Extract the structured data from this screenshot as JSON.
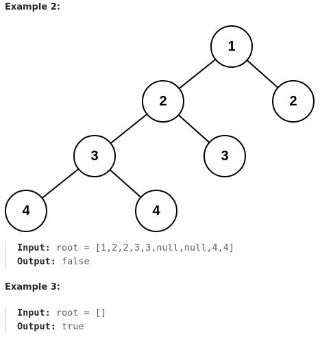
{
  "example2": {
    "title": "Example 2:",
    "tree": {
      "nodes": [
        {
          "id": "n1",
          "label": "1"
        },
        {
          "id": "n2",
          "label": "2"
        },
        {
          "id": "n3",
          "label": "2"
        },
        {
          "id": "n4",
          "label": "3"
        },
        {
          "id": "n5",
          "label": "3"
        },
        {
          "id": "n6",
          "label": "4"
        },
        {
          "id": "n7",
          "label": "4"
        }
      ],
      "edges": [
        [
          "n1",
          "n2"
        ],
        [
          "n1",
          "n3"
        ],
        [
          "n2",
          "n4"
        ],
        [
          "n2",
          "n5"
        ],
        [
          "n4",
          "n6"
        ],
        [
          "n4",
          "n7"
        ]
      ]
    },
    "input_label": "Input:",
    "input_value": "root = [1,2,2,3,3,null,null,4,4]",
    "output_label": "Output:",
    "output_value": "false"
  },
  "example3": {
    "title": "Example 3:",
    "input_label": "Input:",
    "input_value": "root = []",
    "output_label": "Output:",
    "output_value": "true"
  }
}
